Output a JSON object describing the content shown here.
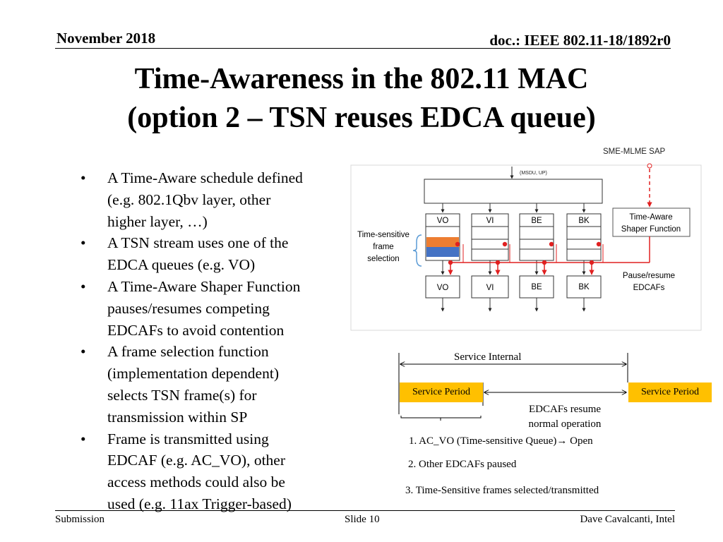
{
  "header": {
    "date": "November 2018",
    "doc_id": "doc.: IEEE 802.11-18/1892r0"
  },
  "title": {
    "line1": "Time-Awareness in the 802.11 MAC",
    "line2": "(option 2 – TSN reuses EDCA queue)"
  },
  "bullets": [
    {
      "lines": [
        "A Time-Aware schedule defined",
        "(e.g. 802.1Qbv layer, other",
        "higher layer, …)"
      ]
    },
    {
      "lines": [
        "A TSN stream uses one of the",
        "EDCA queues (e.g. VO)"
      ]
    },
    {
      "lines": [
        "A Time-Aware Shaper Function",
        "pauses/resumes competing",
        "EDCAFs to avoid contention"
      ]
    },
    {
      "lines": [
        "A frame selection function",
        "(implementation dependent)",
        "selects TSN frame(s) for",
        "transmission within SP"
      ]
    },
    {
      "lines": [
        "Frame is transmitted using",
        "EDCAF (e.g. AC_VO), other",
        "access methods could also be",
        "used (e.g. 11ax Trigger-based)"
      ]
    }
  ],
  "diagram": {
    "sap_label": "SME-MLME SAP",
    "msdu_label": "(MSDU, UP)",
    "queues": [
      "VO",
      "VI",
      "BE",
      "BK"
    ],
    "edcafs": [
      "VO",
      "VI",
      "BE",
      "BK"
    ],
    "shaper_line1": "Time-Aware",
    "shaper_line2": "Shaper Function",
    "tsn_line1": "Time-sensitive",
    "tsn_line2": "frame",
    "tsn_line3": "selection",
    "pause_line1": "Pause/resume",
    "pause_line2": "EDCAFs",
    "colors": {
      "red": "#E02020",
      "orange": "#ED7D31",
      "blue": "#4472C4",
      "brace": "#5B9BD5"
    }
  },
  "timeline": {
    "interval_label": "Service Internal",
    "sp_left": "Service Period",
    "sp_right": "Service Period",
    "resume_line1": "EDCAFs resume",
    "resume_line2": "normal operation",
    "step1": "1. AC_VO (Time-sensitive Queue)→ Open",
    "step2": "2. Other EDCAFs paused",
    "step3": "3. Time-Sensitive frames selected/transmitted",
    "sp_color": "#FFC000"
  },
  "footer": {
    "left": "Submission",
    "center": "Slide 10",
    "right": "Dave Cavalcanti, Intel"
  }
}
